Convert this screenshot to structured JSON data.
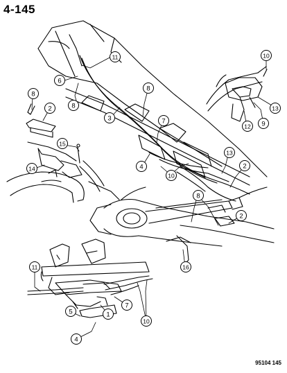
{
  "page_number": "4-145",
  "figure_id": "95104 145",
  "callouts": [
    {
      "id": "c1",
      "label": "11"
    },
    {
      "id": "c2",
      "label": "6"
    },
    {
      "id": "c3",
      "label": "8"
    },
    {
      "id": "c4",
      "label": "8"
    },
    {
      "id": "c5",
      "label": "3"
    },
    {
      "id": "c6",
      "label": "8"
    },
    {
      "id": "c7",
      "label": "2"
    },
    {
      "id": "c8",
      "label": "15"
    },
    {
      "id": "c9",
      "label": "14"
    },
    {
      "id": "c10",
      "label": "7"
    },
    {
      "id": "c11",
      "label": "4"
    },
    {
      "id": "c12",
      "label": "10"
    },
    {
      "id": "c13",
      "label": "13"
    },
    {
      "id": "c14",
      "label": "12"
    },
    {
      "id": "c15",
      "label": "9"
    },
    {
      "id": "c16",
      "label": "13"
    },
    {
      "id": "c17",
      "label": "2"
    },
    {
      "id": "c18",
      "label": "10"
    },
    {
      "id": "c19",
      "label": "8"
    },
    {
      "id": "c20",
      "label": "2"
    },
    {
      "id": "c21",
      "label": "16"
    },
    {
      "id": "c22",
      "label": "11"
    },
    {
      "id": "c23",
      "label": "5"
    },
    {
      "id": "c24",
      "label": "1"
    },
    {
      "id": "c25",
      "label": "7"
    },
    {
      "id": "c26",
      "label": "10"
    },
    {
      "id": "c27",
      "label": "4"
    }
  ]
}
